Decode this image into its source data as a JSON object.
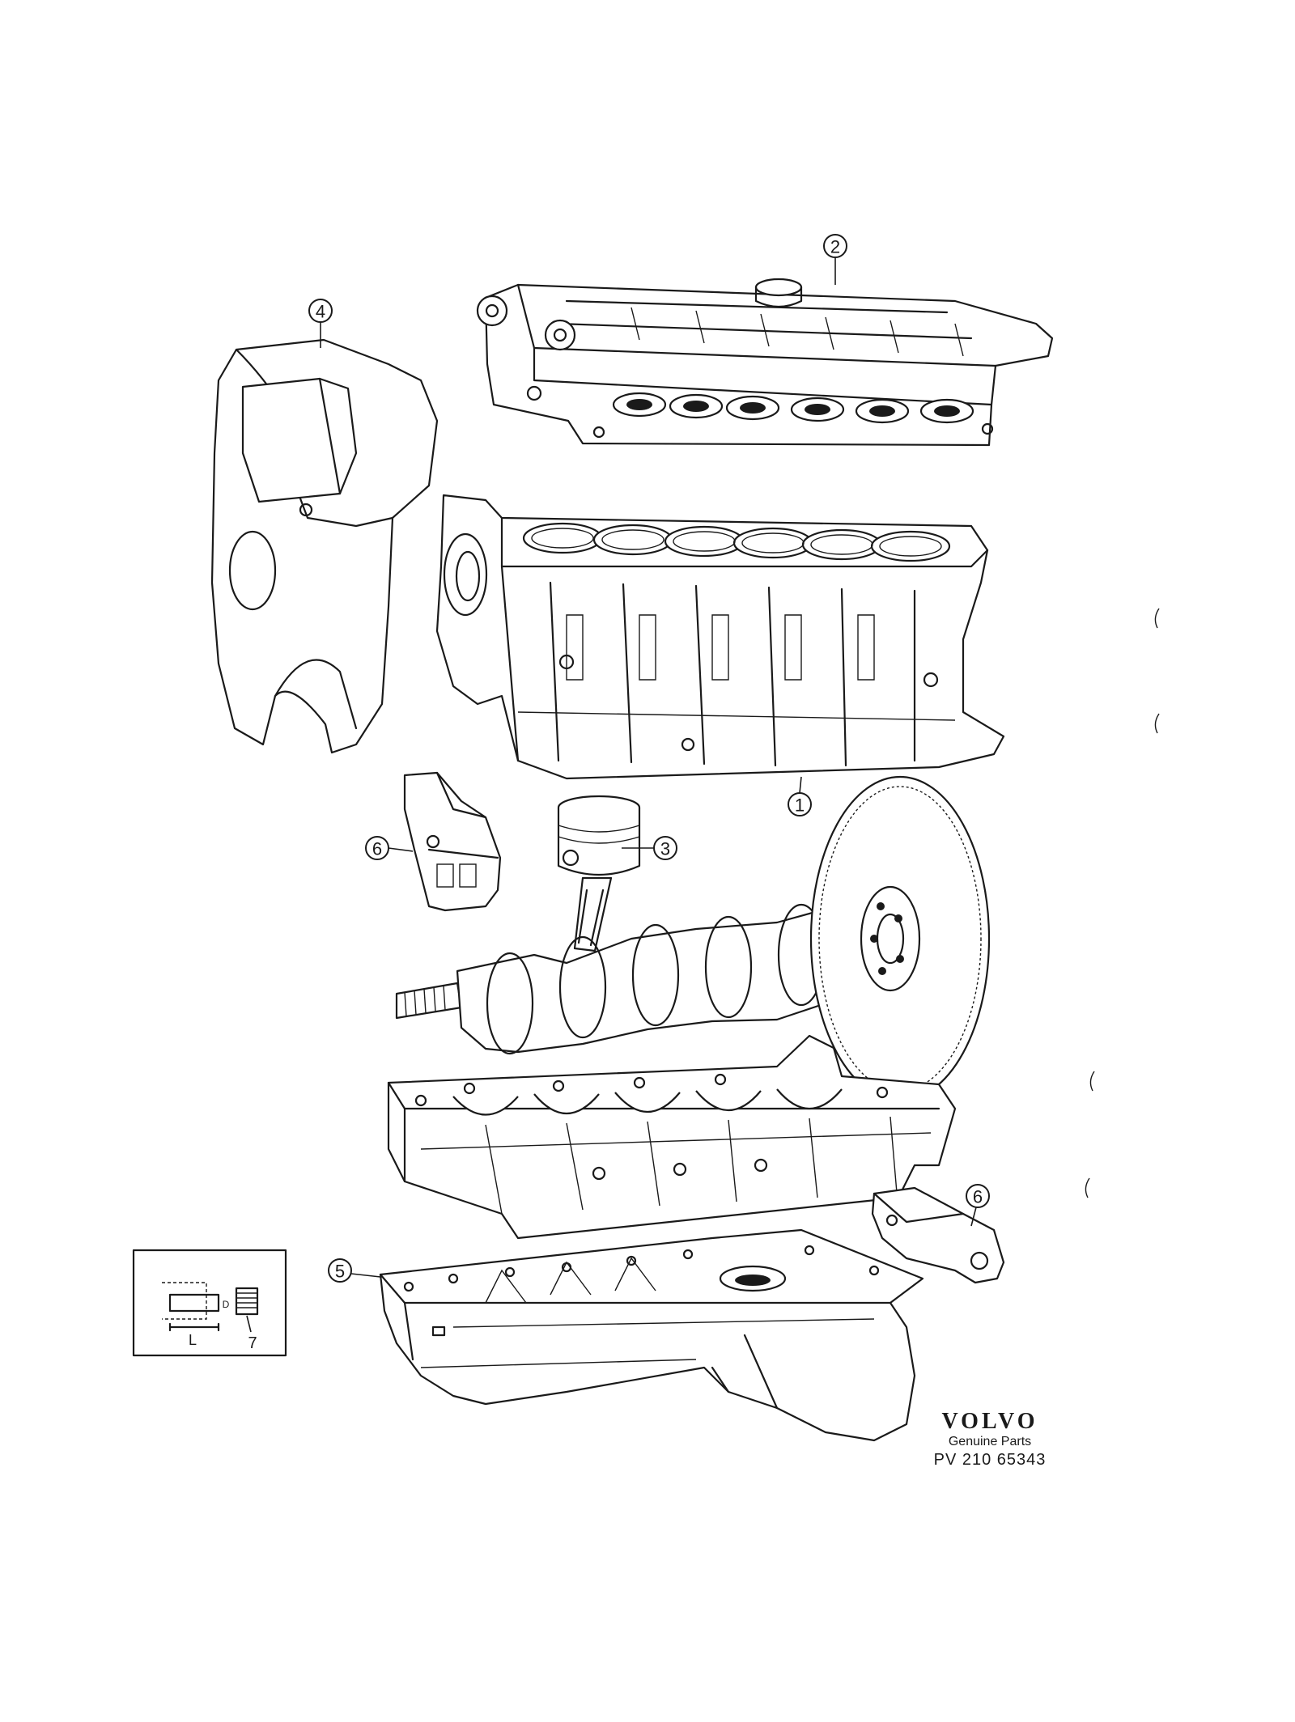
{
  "diagram": {
    "callouts": [
      {
        "number": "1",
        "part": "cylinder-block"
      },
      {
        "number": "2",
        "part": "cylinder-head"
      },
      {
        "number": "3",
        "part": "piston"
      },
      {
        "number": "4",
        "part": "timing-belt-cover"
      },
      {
        "number": "5",
        "part": "oil-pan"
      },
      {
        "number": "6",
        "part": "engine-mount-bracket-left"
      },
      {
        "number": "6",
        "part": "engine-mount-bracket-right"
      },
      {
        "number": "7",
        "part": "threaded-insert"
      }
    ],
    "inset": {
      "dimension_label": "L",
      "small_label": "D",
      "part_number": "7"
    },
    "brand": {
      "logo_text": "VOLVO",
      "subtitle": "Genuine Parts",
      "code": "PV 210 65343"
    },
    "colors": {
      "ink": "#1a1a1a",
      "paper": "#ffffff"
    }
  }
}
